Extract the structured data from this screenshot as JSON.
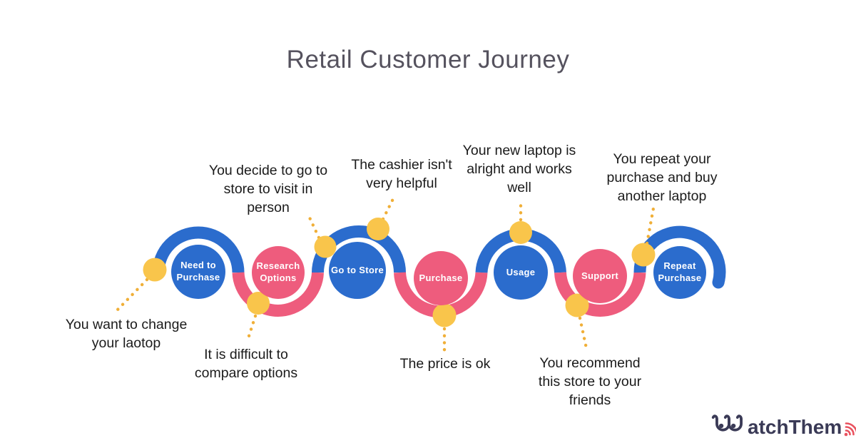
{
  "title": "Retail Customer Journey",
  "colors": {
    "blue": "#2b6ccd",
    "pink": "#ee5c7d",
    "yellow": "#f9c54b",
    "trail": "#f0af38",
    "title-color": "#55525e",
    "text-color": "#1b1b1b",
    "navy": "#3a3a56",
    "signal": "#e9525f"
  },
  "stages": [
    {
      "label": "Need to\nPurchase",
      "color": "blue"
    },
    {
      "label": "Research\nOptions",
      "color": "pink"
    },
    {
      "label": "Go to Store",
      "color": "blue"
    },
    {
      "label": "Purchase",
      "color": "pink"
    },
    {
      "label": "Usage",
      "color": "blue"
    },
    {
      "label": "Support",
      "color": "pink"
    },
    {
      "label": "Repeat\nPurchase",
      "color": "blue"
    }
  ],
  "annotations": [
    {
      "text": "You want to change\nyour laotop"
    },
    {
      "text": "It is difficult to\ncompare options"
    },
    {
      "text": "You decide to go to\nstore to visit in\nperson"
    },
    {
      "text": "The cashier isn't\nvery helpful"
    },
    {
      "text": "The price is ok"
    },
    {
      "text": "Your new laptop is\nalright and works\nwell"
    },
    {
      "text": "You recommend\nthis store to your\nfriends"
    },
    {
      "text": "You repeat your\npurchase and buy\nanother laptop"
    }
  ],
  "logo": {
    "full_text": "WatchThem",
    "text_after_glyph": "atchThem"
  }
}
